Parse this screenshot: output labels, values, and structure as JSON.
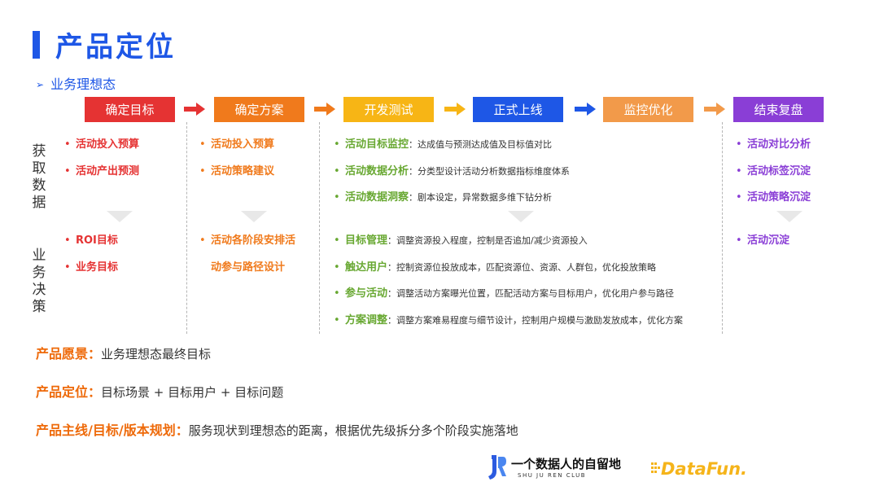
{
  "header": {
    "title": "产品定位",
    "subtitle": "业务理想态"
  },
  "colors": {
    "red": "#e53333",
    "orange": "#f07a1c",
    "yellow": "#f7b515",
    "blue": "#1e57e6",
    "green": "#68a832",
    "purple": "#8a3ed6"
  },
  "stages": [
    {
      "label": "确定目标",
      "color": "#e53333"
    },
    {
      "label": "确定方案",
      "color": "#f07a1c"
    },
    {
      "label": "开发测试",
      "color": "#f7b515"
    },
    {
      "label": "正式上线",
      "color": "#1e57e6"
    },
    {
      "label": "监控优化",
      "color": "#f29a4a"
    },
    {
      "label": "结束复盘",
      "color": "#8a3ed6"
    }
  ],
  "row_labels": {
    "data": "获取数据",
    "decision": "业务决策"
  },
  "col1": {
    "data": [
      "活动投入预算",
      "活动产出预测"
    ],
    "decision": [
      "ROI目标",
      "业务目标"
    ]
  },
  "col2": {
    "data": [
      "活动投入预算",
      "活动策略建议"
    ],
    "decision_line1": "活动各阶段安排活",
    "decision_line2": "动参与路径设计"
  },
  "col3": {
    "data": [
      {
        "key": "活动目标监控",
        "desc": "达成值与预测达成值及目标值对比"
      },
      {
        "key": "活动数据分析",
        "desc": "分类型设计活动分析数据指标维度体系"
      },
      {
        "key": "活动数据洞察",
        "desc": "剧本设定，异常数据多维下钻分析"
      }
    ],
    "decision": [
      {
        "key": "目标管理",
        "desc": "调整资源投入程度，控制是否追加/减少资源投入"
      },
      {
        "key": "触达用户",
        "desc": "控制资源位投放成本，匹配资源位、资源、人群包，优化投放策略"
      },
      {
        "key": "参与活动",
        "desc": "调整活动方案曝光位置，匹配活动方案与目标用户，优化用户参与路径"
      },
      {
        "key": "方案调整",
        "desc": "调整方案难易程度与细节设计，控制用户规模与激励发放成本，优化方案"
      }
    ]
  },
  "col4": {
    "data": [
      "活动对比分析",
      "活动标签沉淀",
      "活动策略沉淀"
    ],
    "decision": [
      "活动沉淀"
    ]
  },
  "bottom": [
    {
      "key": "产品愿景",
      "value": "业务理想态最终目标"
    },
    {
      "key": "产品定位",
      "value": "目标场景 + 目标用户 + 目标问题"
    },
    {
      "key": "产品主线/目标/版本规划",
      "value": "服务现状到理想态的距离，根据优先级拆分多个阶段实施落地"
    }
  ],
  "logos": {
    "club_name": "一个数据人的自留地",
    "club_sub": "SHU JU REN CLUB",
    "datafun": "DataFun."
  }
}
